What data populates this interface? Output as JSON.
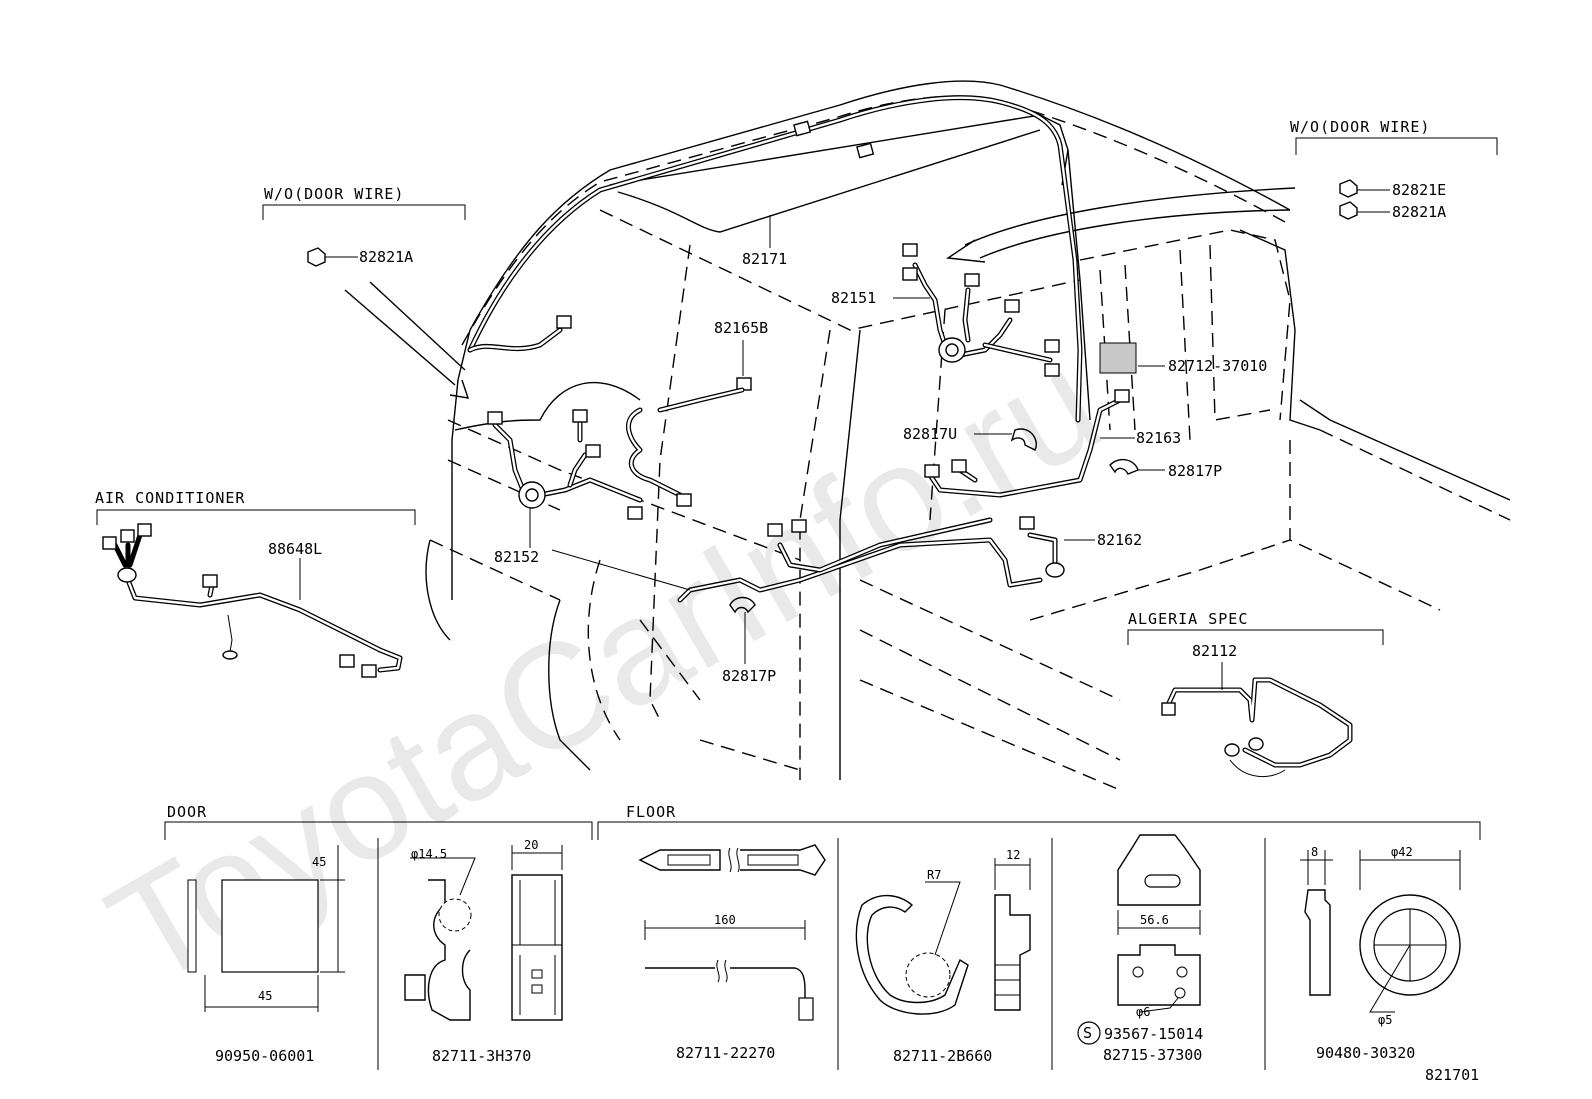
{
  "watermark": "ToyotaCarInfo.ru",
  "sections": {
    "wo_door_wire_left": "W/O(DOOR WIRE)",
    "wo_door_wire_right": "W/O(DOOR WIRE)",
    "air_conditioner": "AIR CONDITIONER",
    "algeria_spec": "ALGERIA SPEC",
    "door": "DOOR",
    "floor": "FLOOR"
  },
  "parts": {
    "p82821a_left": "82821A",
    "p82821e": "82821E",
    "p82821a_right": "82821A",
    "p82171": "82171",
    "p82151": "82151",
    "p82165b": "82165B",
    "p82712": "82712-37010",
    "p82817u": "82817U",
    "p82163": "82163",
    "p82817p_right": "82817P",
    "p82162": "82162",
    "p88648l": "88648L",
    "p82152": "82152",
    "p82817p_center": "82817P",
    "p82112": "82112"
  },
  "details": [
    {
      "part": "90950-06001",
      "dims": [
        "45",
        "45"
      ]
    },
    {
      "part": "82711-3H370",
      "dims": [
        "φ14.5",
        "20"
      ]
    },
    {
      "part": "82711-22270",
      "dims": [
        "160"
      ]
    },
    {
      "part": "82711-2B660",
      "dims": [
        "R7",
        "12"
      ]
    },
    {
      "part": "82715-37300",
      "dims": [
        "56.6",
        "φ6"
      ],
      "bolt_symbol": "S",
      "bolt_part": "93567-15014"
    },
    {
      "part": "90480-30320",
      "dims": [
        "8",
        "φ42",
        "φ5"
      ]
    }
  ],
  "figure_number": "821701"
}
